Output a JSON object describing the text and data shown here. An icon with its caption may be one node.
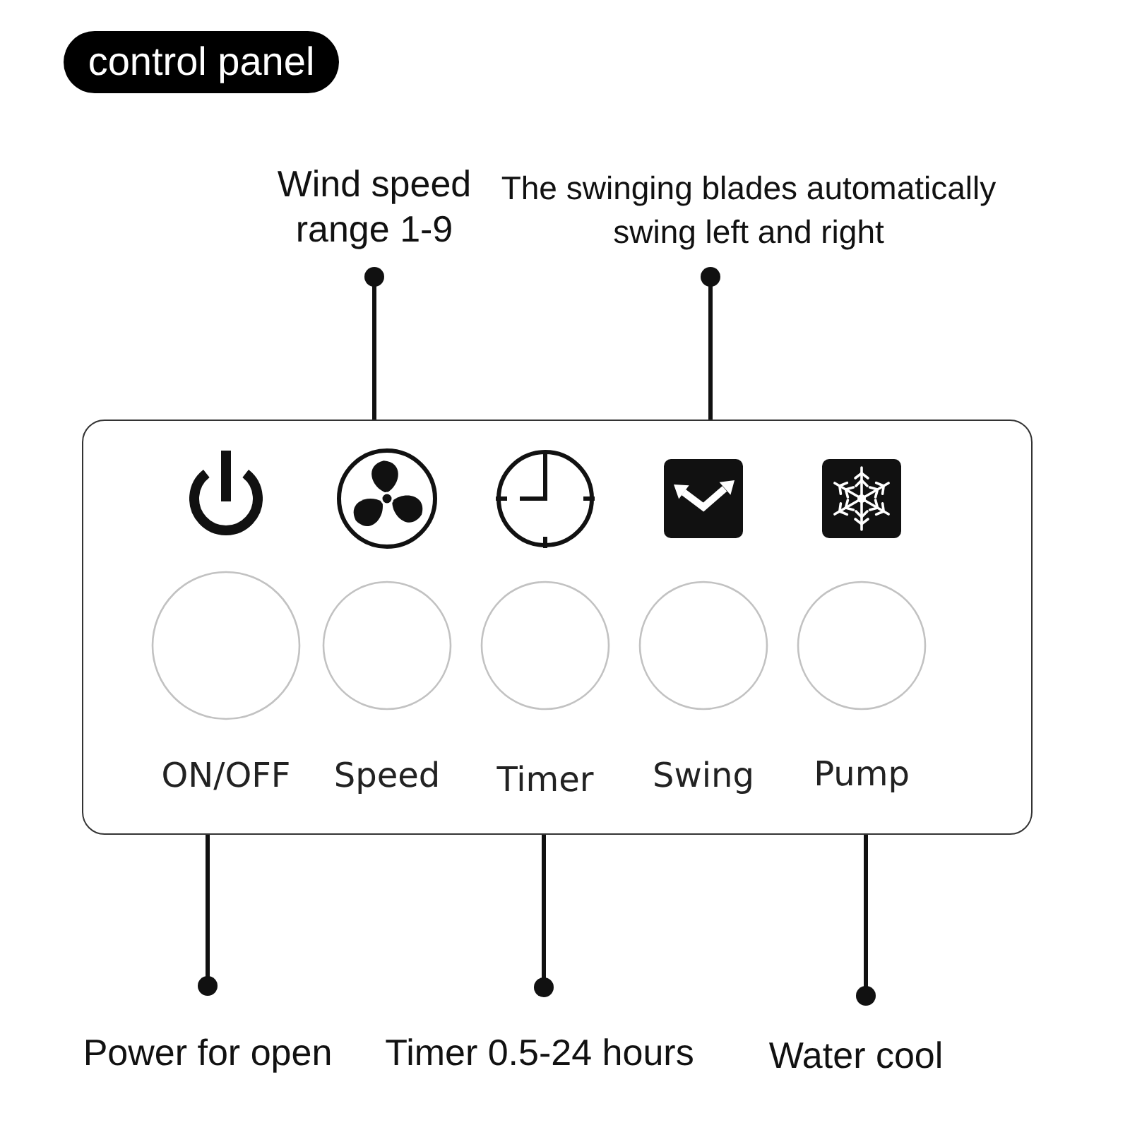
{
  "diagram": {
    "title": "control panel",
    "nodes": [
      {
        "text": [
          "Wind speed range 1-9"
        ]
      },
      {
        "text": [
          "The swinging blades automatically swing left and right"
        ]
      },
      {
        "text": [
          "ON/OFF",
          "Speed",
          "Timer",
          "Swing",
          "Pump"
        ]
      },
      {
        "text": [
          "Power for open"
        ]
      },
      {
        "text": [
          "Timer 0.5-24 hours"
        ]
      },
      {
        "text": [
          "Water cool"
        ]
      }
    ],
    "edges": [
      {
        "from": 0,
        "to": 2,
        "arrow": "other"
      },
      {
        "from": 1,
        "to": 2,
        "arrow": "other"
      },
      {
        "from": 3,
        "to": 2,
        "arrow": "other"
      },
      {
        "from": 4,
        "to": 2,
        "arrow": "other"
      },
      {
        "from": 5,
        "to": 2,
        "arrow": "other"
      }
    ]
  }
}
